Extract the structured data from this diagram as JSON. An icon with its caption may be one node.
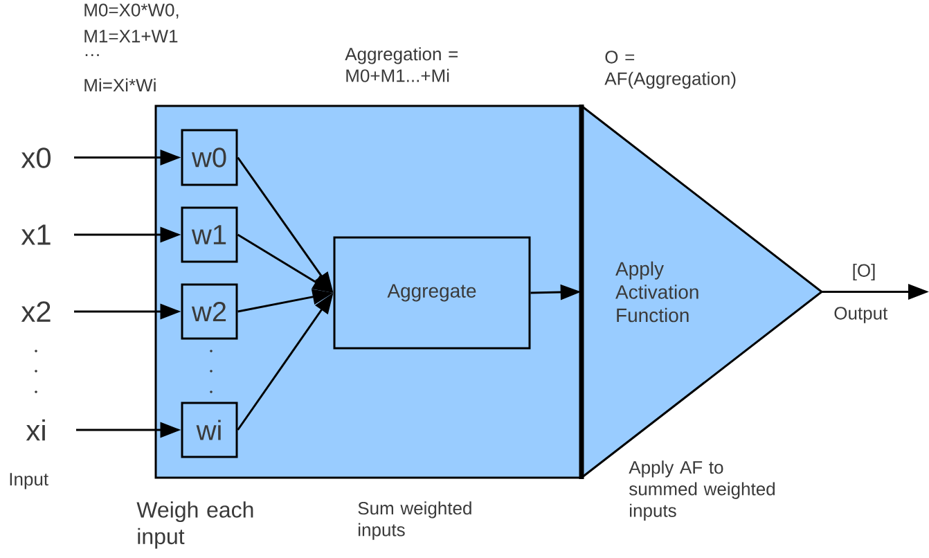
{
  "diagram": {
    "nodes": [
      {
        "text": [],
        "shape": "box"
      },
      {
        "text": [
          "x0"
        ]
      },
      {
        "text": [
          "x1"
        ]
      },
      {
        "text": [
          "x2"
        ]
      },
      {
        "text": [
          "xi"
        ]
      },
      {
        "text": [
          "w0"
        ],
        "in": 0
      },
      {
        "text": [
          "w1"
        ],
        "in": 0
      },
      {
        "text": [
          "w2"
        ],
        "in": 0
      },
      {
        "text": [
          "wi"
        ],
        "in": 0
      },
      {
        "text": [
          "Aggregate"
        ],
        "in": 0
      },
      {
        "text": [
          "Apply Activation Function"
        ]
      }
    ],
    "edges": [
      {
        "from": 1,
        "to": 5,
        "arrow": "to"
      },
      {
        "from": 2,
        "to": 6,
        "arrow": "to"
      },
      {
        "from": 3,
        "to": 7,
        "arrow": "to"
      },
      {
        "from": 4,
        "to": 8,
        "arrow": "to"
      },
      {
        "from": 5,
        "to": 9,
        "arrow": "to"
      },
      {
        "from": 6,
        "to": 9,
        "arrow": "to"
      },
      {
        "from": 7,
        "to": 9,
        "arrow": "to"
      },
      {
        "from": 8,
        "to": 9,
        "arrow": "to"
      },
      {
        "from": 9,
        "to": 10,
        "arrow": "to"
      },
      {
        "from": 10,
        "to": null,
        "arrow": "to",
        "label": "[O]"
      }
    ],
    "labels": [
      "M0=X0*W0,",
      "M1=X1+W1",
      "…",
      "Mi=Xi*Wi",
      "Aggregation = M0+M1...+Mi",
      "O = AF(Aggregation)",
      "Output",
      "Input",
      "Apply AF to summed weighted inputs",
      "Weigh each input",
      "Sum weighted inputs"
    ]
  }
}
